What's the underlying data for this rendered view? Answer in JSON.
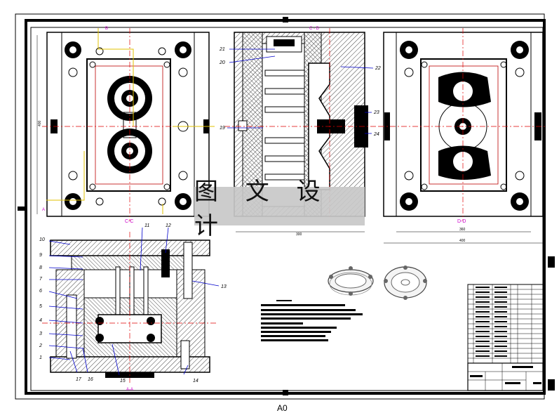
{
  "watermark": {
    "text": "图 文 设 计"
  },
  "sheet_size": "A0",
  "views": {
    "cc": {
      "label": "C-C",
      "marker_b": "B",
      "marker_a": "A"
    },
    "cd": {
      "label": "C - D"
    },
    "dd": {
      "label": "D-D"
    },
    "aa": {
      "label": "A-A"
    }
  },
  "callouts": {
    "top": [
      "21",
      "20",
      "22",
      "19",
      "23",
      "24"
    ],
    "left": [
      "10",
      "9",
      "8",
      "7",
      "6",
      "5",
      "4",
      "3",
      "2",
      "1"
    ],
    "bottom": [
      "17",
      "16",
      "15",
      "14"
    ],
    "upper": [
      "11",
      "12",
      "13"
    ]
  },
  "colors": {
    "line": "#000000",
    "center": "#e00000",
    "hatch": "#555555",
    "leader": "#0000cc",
    "section": "#cc00cc",
    "yellow": "#e0c000"
  }
}
